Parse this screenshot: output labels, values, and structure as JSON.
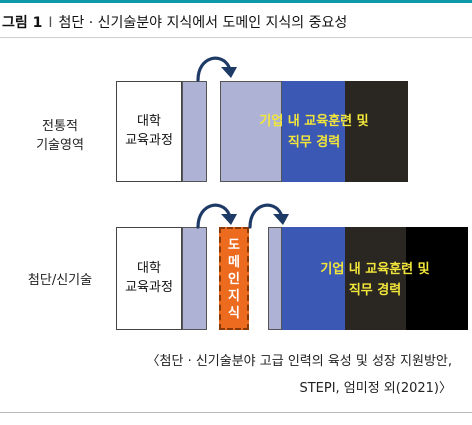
{
  "figure": {
    "number": "그림 1",
    "separator": "I",
    "title": "첨단 · 신기술분야 지식에서 도메인 지식의 중요성"
  },
  "rows": [
    {
      "label_line1": "전통적",
      "label_line2": "기술영역",
      "univ_line1": "대학",
      "univ_line2": "교육과정",
      "band_line1": "기업 내 교육훈련 및",
      "band_line2": "직무 경력"
    },
    {
      "label_line1": "첨단/신기술",
      "univ_line1": "대학",
      "univ_line2": "교육과정",
      "domain_chars": [
        "도",
        "메",
        "인",
        "지",
        "식"
      ],
      "band_line1": "기업 내 교육훈련 및",
      "band_line2": "직무 경력"
    }
  ],
  "source": {
    "line1": "〈첨단 · 신기술분야 고급 인력의 육성 및 성장 지원방안,",
    "line2": "STEPI, 엄미정 외(2021)〉"
  },
  "colors": {
    "accent_rule": "#0d9aa8",
    "lavender": "#aeb3d6",
    "blue": "#3b58b4",
    "dark": "#2a2622",
    "orange": "#ec6b1f",
    "band_text": "#f2e63a",
    "arrow": "#1e3a66"
  },
  "icons": [
    "curved-arrow-icon"
  ]
}
